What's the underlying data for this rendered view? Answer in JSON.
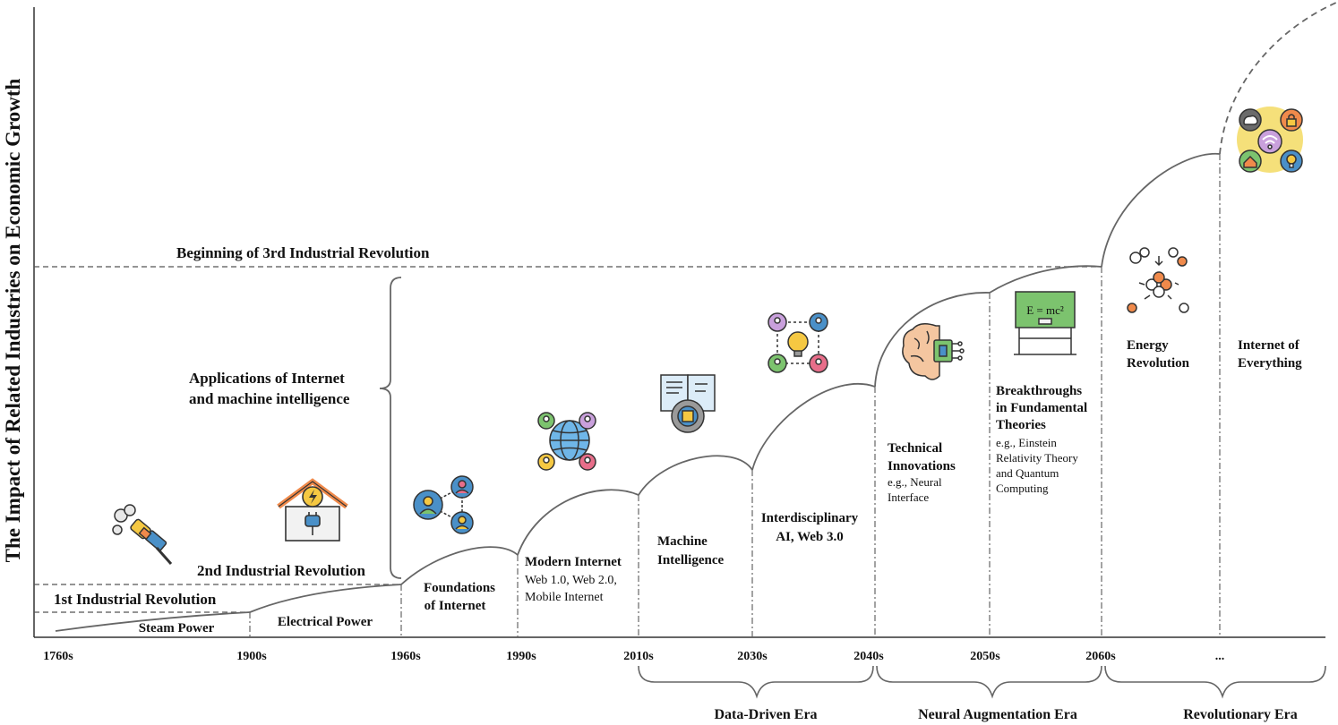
{
  "y_axis_label": "The Impact of Related Industries on Economic Growth",
  "x_ticks": [
    "1760s",
    "1900s",
    "1960s",
    "1990s",
    "2010s",
    "2030s",
    "2040s",
    "2050s",
    "2060s",
    "..."
  ],
  "milestones": {
    "first": "1st Industrial Revolution",
    "second": "2nd Industrial Revolution",
    "third": "Beginning of 3rd Industrial Revolution"
  },
  "applications_label": [
    "Applications of Internet",
    "and machine intelligence"
  ],
  "eras": {
    "data_driven": "Data-Driven Era",
    "neural": "Neural Augmentation Era",
    "revolutionary": "Revolutionary Era"
  },
  "stages": {
    "steam": {
      "title": "Steam Power"
    },
    "electrical": {
      "title": "Electrical Power"
    },
    "foundations": {
      "title": [
        "Foundations",
        "of Internet"
      ]
    },
    "modern_internet": {
      "title": "Modern Internet",
      "detail": [
        "Web 1.0, Web 2.0,",
        "Mobile Internet"
      ]
    },
    "machine_intelligence": {
      "title": [
        "Machine",
        "Intelligence"
      ]
    },
    "interdisciplinary": {
      "title": [
        "Interdisciplinary",
        "AI, Web 3.0"
      ]
    },
    "technical": {
      "title": [
        "Technical",
        "Innovations"
      ],
      "detail": [
        "e.g., Neural",
        "Interface"
      ]
    },
    "breakthroughs": {
      "title": [
        "Breakthroughs",
        "in Fundamental",
        "Theories"
      ],
      "detail": [
        "e.g., Einstein",
        "Relativity Theory",
        "and Quantum",
        "Computing"
      ]
    },
    "energy": {
      "title": [
        "Energy",
        "Revolution"
      ]
    },
    "everything": {
      "title": [
        "Internet of",
        "Everything"
      ]
    }
  },
  "icons": [
    "steam-engine-icon",
    "electric-house-icon",
    "network-people-icon",
    "globe-network-icon",
    "book-gear-chip-icon",
    "idea-collaboration-icon",
    "brain-chip-icon",
    "blackboard-formula-icon",
    "atom-fusion-icon",
    "smart-home-iot-icon"
  ],
  "icon_text": {
    "formula": "E = mc²"
  },
  "colors": {
    "line": "#555555",
    "icon_blue": "#4a90c8",
    "icon_orange": "#f08a4b",
    "icon_yellow": "#f5c842",
    "icon_green": "#7cc36e",
    "icon_pink": "#e86e8a",
    "icon_purple": "#c9a0dc"
  }
}
